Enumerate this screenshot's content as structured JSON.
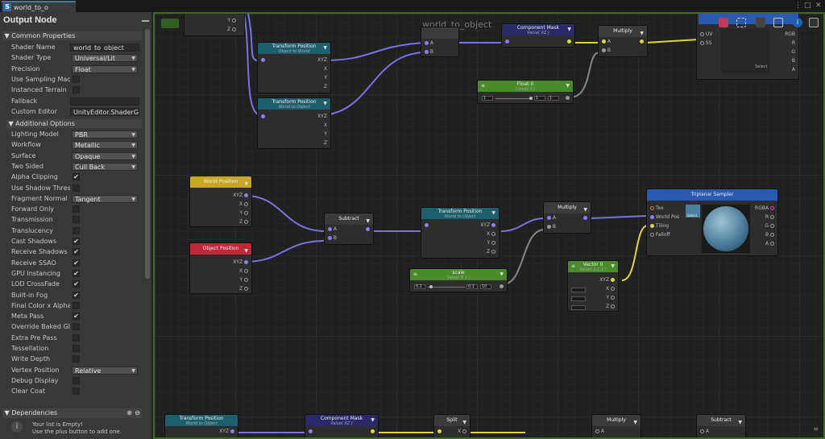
{
  "window": {
    "tab_title": "world_to_o",
    "tab_icon": "S"
  },
  "panel": {
    "title": "Output Node",
    "common_section": "Common Properties",
    "common_rows": [
      {
        "label": "Shader Name",
        "value": "world_to_object",
        "kind": "text"
      },
      {
        "label": "Shader Type",
        "value": "Universal/Lit",
        "kind": "dd"
      },
      {
        "label": "Precision",
        "value": "Float",
        "kind": "dd"
      },
      {
        "label": "Use Sampling Macro",
        "value": "",
        "kind": "chk"
      },
      {
        "label": "Instanced Terrain",
        "value": "",
        "kind": "chk"
      },
      {
        "label": "Fallback",
        "value": "",
        "kind": "text"
      },
      {
        "label": "Custom Editor",
        "value": "UnityEditor.ShaderGraph",
        "kind": "text"
      }
    ],
    "additional_section": "Additional Options",
    "additional_rows": [
      {
        "label": "Lighting Model",
        "value": "PBR",
        "kind": "dd"
      },
      {
        "label": "Workflow",
        "value": "Metallic",
        "kind": "dd"
      },
      {
        "label": "Surface",
        "value": "Opaque",
        "kind": "dd"
      },
      {
        "label": "Two Sided",
        "value": "Cull Back",
        "kind": "dd"
      },
      {
        "label": "Alpha Clipping",
        "value": "✔",
        "kind": "chk"
      },
      {
        "label": " Use Shadow Threshold",
        "value": "",
        "kind": "chk"
      },
      {
        "label": "Fragment Normal Space",
        "value": "Tangent",
        "kind": "dd"
      },
      {
        "label": "Forward Only",
        "value": "",
        "kind": "chk"
      },
      {
        "label": "Transmission",
        "value": "",
        "kind": "chk"
      },
      {
        "label": "Translucency",
        "value": "",
        "kind": "chk"
      },
      {
        "label": "Cast Shadows",
        "value": "✔",
        "kind": "chk"
      },
      {
        "label": "Receive Shadows",
        "value": "✔",
        "kind": "chk"
      },
      {
        "label": "Receive SSAO",
        "value": "✔",
        "kind": "chk"
      },
      {
        "label": "GPU Instancing",
        "value": "✔",
        "kind": "chk"
      },
      {
        "label": "LOD CrossFade",
        "value": "✔",
        "kind": "chk"
      },
      {
        "label": "Built-in Fog",
        "value": "✔",
        "kind": "chk"
      },
      {
        "label": "Final Color x Alpha",
        "value": "",
        "kind": "chk"
      },
      {
        "label": "Meta Pass",
        "value": "✔",
        "kind": "chk"
      },
      {
        "label": "Override Baked GI",
        "value": "",
        "kind": "chk"
      },
      {
        "label": "Extra Pre Pass",
        "value": "",
        "kind": "chk"
      },
      {
        "label": "Tessellation",
        "value": "",
        "kind": "chk"
      },
      {
        "label": "Write Depth",
        "value": "",
        "kind": "chk"
      },
      {
        "label": "Vertex Position",
        "value": "Relative",
        "kind": "dd"
      },
      {
        "label": "Debug Display",
        "value": "",
        "kind": "chk"
      },
      {
        "label": "Clear Coat",
        "value": "",
        "kind": "chk"
      }
    ],
    "dependencies_section": "Dependencies",
    "dependencies_msg1": "Your list is Empty!",
    "dependencies_msg2": "Use the plus button to add one."
  },
  "graph": {
    "title": "world_to_object"
  },
  "nodes": {
    "tp_object_to_world": {
      "title": "Transform Position",
      "sub": "Object to World",
      "ports": [
        "XYZ",
        "X",
        "Y",
        "Z"
      ]
    },
    "tp_world_to_object": {
      "title": "Transform Position",
      "sub": "World to Object",
      "ports": [
        "XYZ",
        "X",
        "Y",
        "Z"
      ]
    },
    "component_mask_top": {
      "title": "Component Mask",
      "sub": "Value( XZ )"
    },
    "multiply_top": {
      "title": "Multiply"
    },
    "add_top": {
      "ports": [
        "A",
        "B"
      ]
    },
    "float0": {
      "title": "Float 0",
      "sub": "Const( 1 )",
      "value": "1"
    },
    "world_position": {
      "title": "World Position",
      "ports": [
        "XYZ",
        "X",
        "Y",
        "Z"
      ]
    },
    "object_position": {
      "title": "Object Position",
      "ports": [
        "XYZ",
        "X",
        "Y",
        "Z"
      ]
    },
    "subtract": {
      "title": "Subtract",
      "ports": [
        "A",
        "B"
      ]
    },
    "tp_mid": {
      "title": "Transform Position",
      "sub": "World to Object",
      "ports": [
        "XYZ",
        "X",
        "Y",
        "Z"
      ]
    },
    "multiply_mid": {
      "title": "Multiply",
      "ports": [
        "A",
        "B"
      ]
    },
    "scale": {
      "title": "scale",
      "sub": "Value( 0.1 )",
      "value": "0.1",
      "max": "10"
    },
    "vector0": {
      "title": "Vector 0",
      "sub": "Value( 1,1,1 )",
      "ports": [
        "XYZ",
        "X",
        "Y",
        "Z"
      ]
    },
    "triplanar": {
      "title": "Triplanar Sampler",
      "inputs": [
        "Tex",
        "World Pos",
        "Tiling",
        "Falloff"
      ],
      "outputs": [
        "RGBA",
        "R",
        "G",
        "B",
        "A"
      ],
      "select": "Select"
    },
    "preview_top": {
      "inputs": [
        "UV",
        "SS"
      ],
      "outputs": [
        "RGB",
        "R",
        "G",
        "B",
        "A"
      ],
      "select": "Select"
    },
    "bottom": [
      {
        "title": "Transform Position",
        "sub": "World to Object",
        "port": "XYZ"
      },
      {
        "title": "Component Mask",
        "sub": "Value( XZ )",
        "port": ""
      },
      {
        "title": "Split",
        "sub": "",
        "port": "X"
      },
      {
        "title": "Multiply",
        "sub": "",
        "port": "A"
      },
      {
        "title": "Subtract",
        "sub": "",
        "port": "A"
      }
    ]
  },
  "colors": {
    "world_position": "#c9a726",
    "object_position": "#c0283a",
    "transform": "#1e5f6e",
    "mask": "#2a2a6a",
    "float": "#4a8a2a",
    "triplanar": "#2a5ab0",
    "accent": "#3a78c9"
  }
}
